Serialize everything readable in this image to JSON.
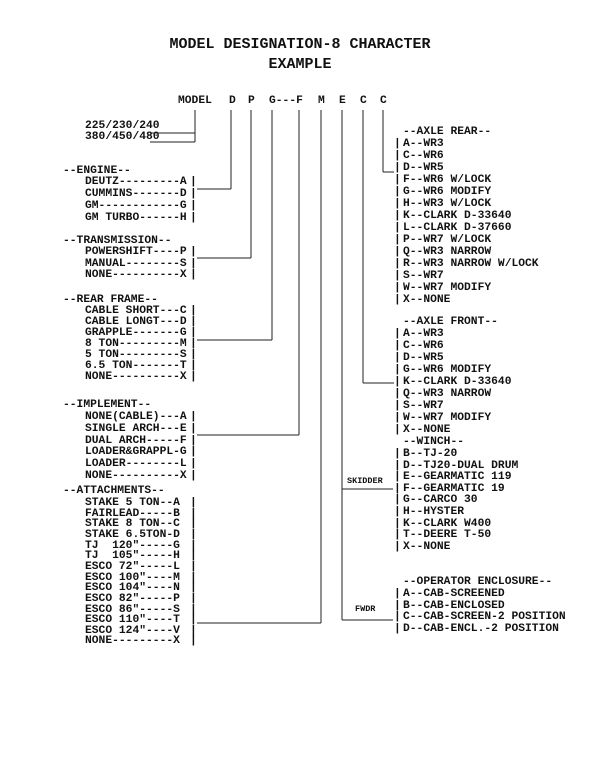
{
  "title": {
    "line1": "MODEL DESIGNATION-8 CHARACTER",
    "line2": "EXAMPLE"
  },
  "model_row": {
    "label": "MODEL",
    "chars": [
      "D",
      "P",
      "G---F",
      "M",
      "E",
      "C",
      "C"
    ]
  },
  "models": [
    "225/230/240",
    "380/450/480"
  ],
  "left_groups": [
    {
      "header": "--ENGINE--",
      "items": [
        "DEUTZ---------A",
        "CUMMINS-------D",
        "GM------------G",
        "GM TURBO------H"
      ]
    },
    {
      "header": "--TRANSMISSION--",
      "items": [
        "POWERSHIFT----P",
        "MANUAL--------S",
        "NONE----------X"
      ]
    },
    {
      "header": "--REAR FRAME--",
      "items": [
        "CABLE SHORT---C",
        "CABLE LONGT---D",
        "GRAPPLE-------G",
        "8 TON---------M",
        "5 TON---------S",
        "6.5 TON-------T",
        "NONE----------X"
      ]
    },
    {
      "header": "--IMPLEMENT--",
      "items": [
        "NONE(CABLE)---A",
        "SINGLE ARCH---E",
        "DUAL ARCH-----F",
        "LOADER&GRAPPL-G",
        "LOADER--------L",
        "NONE----------X"
      ]
    },
    {
      "header": "--ATTACHMENTS--",
      "items": [
        "STAKE 5 TON--A",
        "FAIRLEAD-----B",
        "STAKE 8 TON--C",
        "STAKE 6.5TON-D",
        "TJ  120\"-----G",
        "TJ  105\"-----H",
        "ESCO 72\"-----L",
        "ESCO 100\"----M",
        "ESCO 104\"----N",
        "ESCO 82\"-----P",
        "ESCO 86\"-----S",
        "ESCO 110\"----T",
        "ESCO 124\"----V",
        "NONE---------X"
      ]
    }
  ],
  "right_groups": [
    {
      "header": "--AXLE REAR--",
      "items": [
        "A--WR3",
        "C--WR6",
        "D--WR5",
        "F--WR6 W/LOCK",
        "G--WR6 MODIFY",
        "H--WR3 W/LOCK",
        "K--CLARK D-33640",
        "L--CLARK D-37660",
        "P--WR7 W/LOCK",
        "Q--WR3 NARROW",
        "R--WR3 NARROW W/LOCK",
        "S--WR7",
        "W--WR7 MODIFY",
        "X--NONE"
      ]
    },
    {
      "header": "--AXLE FRONT--",
      "items": [
        "A--WR3",
        "C--WR6",
        "D--WR5",
        "G--WR6 MODIFY",
        "K--CLARK D-33640",
        "Q--WR3 NARROW",
        "S--WR7",
        "W--WR7 MODIFY",
        "X--NONE"
      ]
    },
    {
      "header": "--WINCH--",
      "items": [
        "B--TJ-20",
        "D--TJ20-DUAL DRUM",
        "E--GEARMATIC 119",
        "F--GEARMATIC 19",
        "G--CARCO 30",
        "H--HYSTER",
        "K--CLARK W400",
        "T--DEERE T-50",
        "X--NONE"
      ]
    },
    {
      "header": "--OPERATOR ENCLOSURE--",
      "items": [
        "A--CAB-SCREENED",
        "B--CAB-ENCLOSED",
        "C--CAB-SCREEN-2 POSITION",
        "D--CAB-ENCL.-2 POSITION"
      ]
    }
  ],
  "branch_labels": {
    "skidder": "SKIDDER",
    "forwarder": "FWDR"
  }
}
